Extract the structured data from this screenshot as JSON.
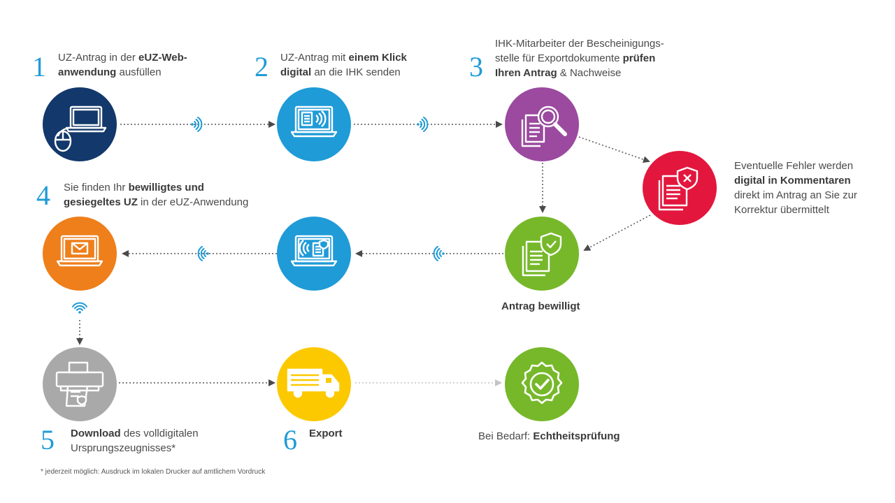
{
  "steps": {
    "s1": {
      "number": "1",
      "line1a": "UZ-Antrag in der ",
      "line1b": "eUZ-Web-",
      "line2a": "anwendung",
      "line2b": " ausfüllen"
    },
    "s2": {
      "number": "2",
      "line1a": "UZ-Antrag mit ",
      "line1b": "einem Klick",
      "line2a": "digital",
      "line2b": " an die IHK senden"
    },
    "s3": {
      "number": "3",
      "line1": "IHK-Mitarbeiter der Bescheinigungs-",
      "line2a": "stelle für Exportdokumente ",
      "line2b": "prüfen",
      "line3a": "Ihren Antrag",
      "line3b": " & Nachweise"
    },
    "s4": {
      "number": "4",
      "line1a": "Sie finden Ihr ",
      "line1b": "bewilligtes und",
      "line2a": "gesiegeltes UZ",
      "line2b": " in der eUZ-Anwendung"
    },
    "s5": {
      "number": "5",
      "line1a": "Download",
      "line1b": " des volldigitalen",
      "line2": "Ursprungszeugnisses*"
    },
    "s6": {
      "number": "6",
      "label": "Export"
    }
  },
  "error_note": {
    "line1": "Eventuelle Fehler werden",
    "line2": "digital in Kommentaren",
    "line3": "direkt im Antrag an Sie zur",
    "line4": "Korrektur übermittelt"
  },
  "approved_label": "Antrag bewilligt",
  "verification": {
    "prefix": "Bei Bedarf: ",
    "bold": "Echtheitsprüfung"
  },
  "footnote": "* jederzeit möglich: Ausdruck im lokalen Drucker auf amtlichem Vordruck",
  "colors": {
    "navy": "#13386b",
    "blue": "#1f9bd7",
    "purple": "#9b4a9f",
    "red": "#e3173e",
    "green": "#76b82a",
    "orange": "#ee7f1a",
    "gray": "#a9a9a9",
    "yellow": "#fcc900",
    "accent_number": "#1f9bd7"
  },
  "icons": {
    "c1": "laptop-mouse-icon",
    "c2": "laptop-send-icon",
    "c3": "document-search-icon",
    "c4": "document-error-icon",
    "c5": "document-approved-icon",
    "c6": "laptop-receive-icon",
    "c7": "laptop-mail-icon",
    "c8": "printer-icon",
    "c9": "truck-icon",
    "c10": "verified-seal-icon"
  }
}
